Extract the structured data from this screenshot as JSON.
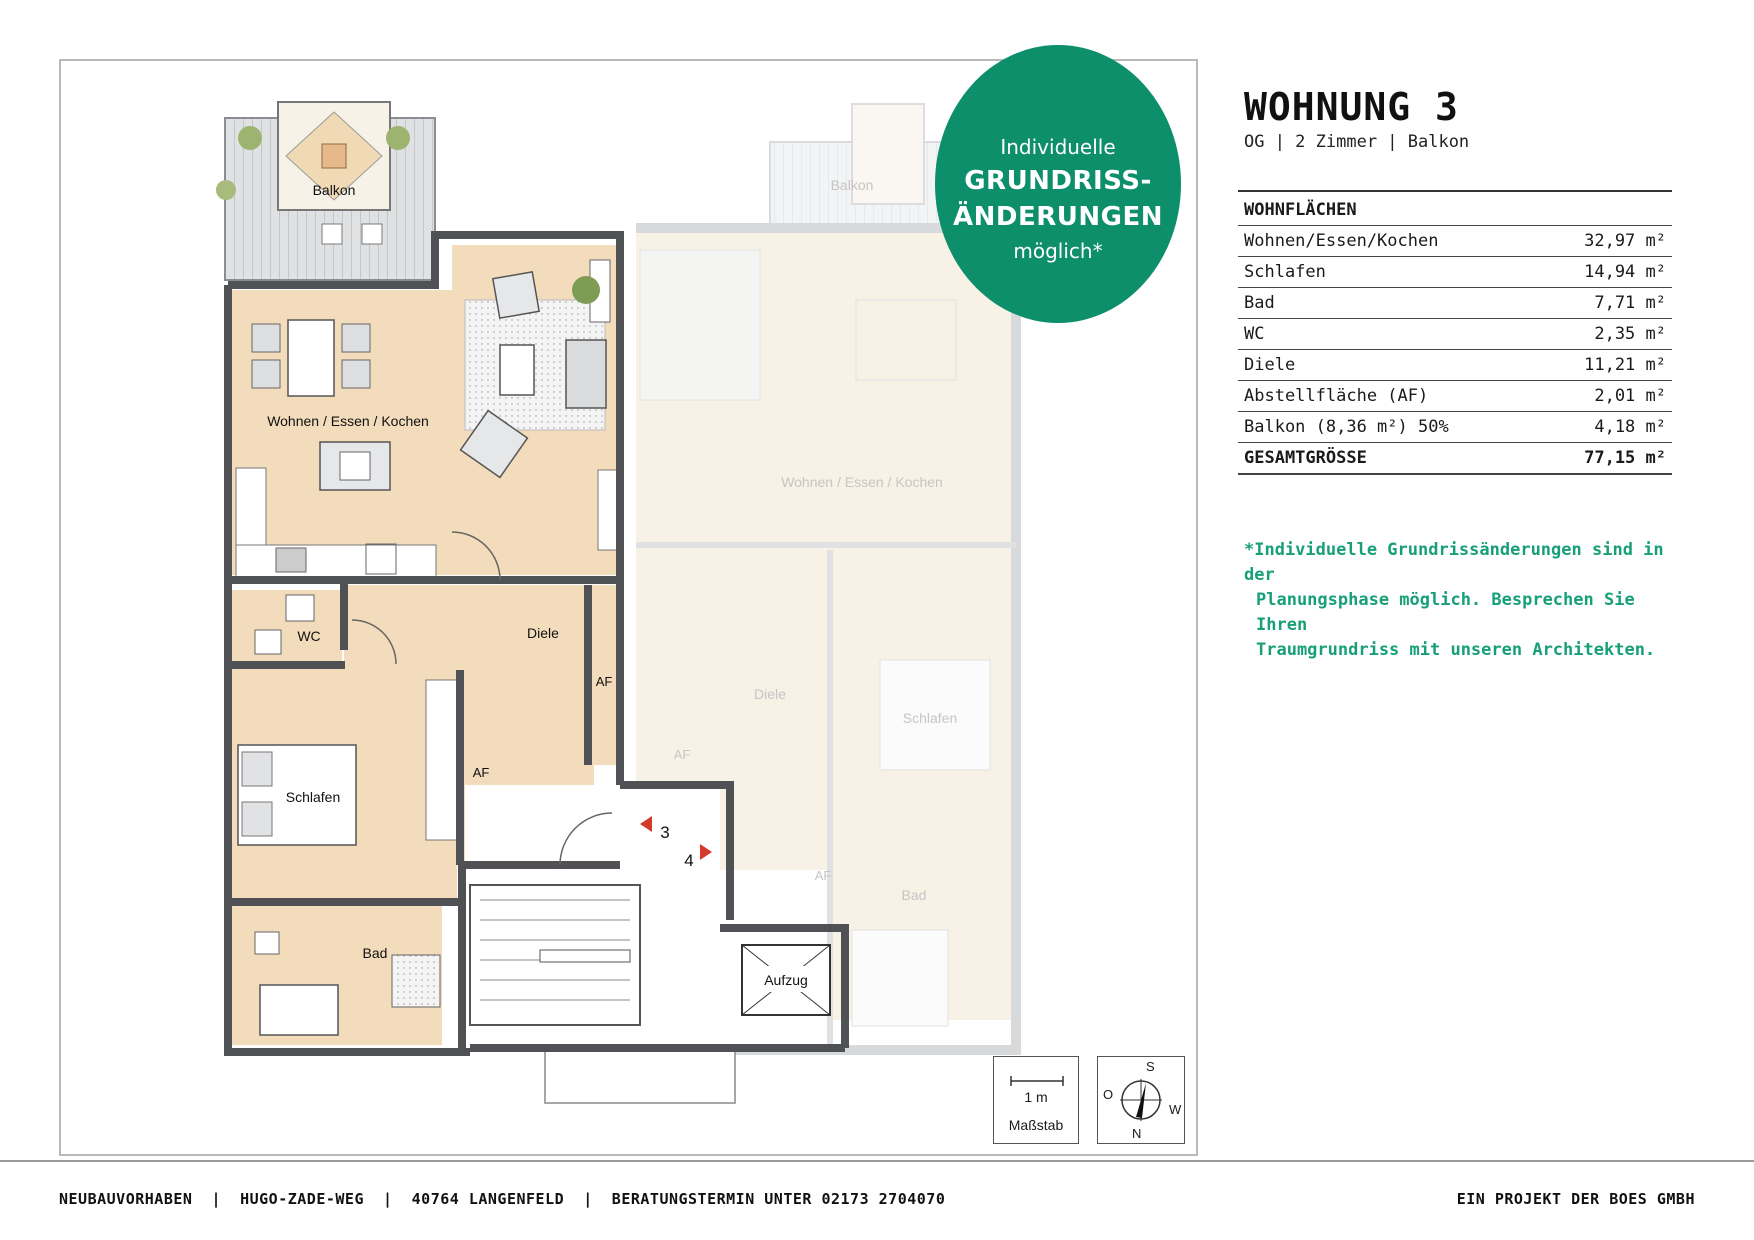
{
  "badge": {
    "line1": "Individuelle",
    "line2": "GRUNDRISS-",
    "line3": "ÄNDERUNGEN",
    "line4": "möglich*",
    "color": "#0e8f6b"
  },
  "apartment": {
    "title": "WOHNUNG 3",
    "subtitle": "OG | 2 Zimmer | Balkon"
  },
  "areas": {
    "header": "WOHNFLÄCHEN",
    "rows": [
      {
        "label": "Wohnen/Essen/Kochen",
        "value": "32,97 m²"
      },
      {
        "label": "Schlafen",
        "value": "14,94 m²"
      },
      {
        "label": "Bad",
        "value": "7,71 m²"
      },
      {
        "label": "WC",
        "value": "2,35 m²"
      },
      {
        "label": "Diele",
        "value": "11,21 m²"
      },
      {
        "label": "Abstellfläche (AF)",
        "value": "2,01 m²"
      },
      {
        "label": "Balkon (8,36 m²) 50%",
        "value": "4,18 m²"
      }
    ],
    "total": {
      "label": "GESAMTGRÖSSE",
      "value": "77,15 m²"
    }
  },
  "note": {
    "line1": "*Individuelle Grundrissänderungen sind in der",
    "line2": "Planungsphase möglich. Besprechen Sie Ihren",
    "line3": "Traumgrundriss mit unseren Architekten.",
    "color": "#17a078"
  },
  "plan": {
    "rooms": {
      "balkon": "Balkon",
      "wohnen": "Wohnen / Essen / Kochen",
      "wc": "WC",
      "diele": "Diele",
      "af1": "AF",
      "af2": "AF",
      "schlafen": "Schlafen",
      "bad": "Bad",
      "aufzug": "Aufzug",
      "apt3": "3",
      "apt4": "4"
    },
    "ghost_rooms": {
      "balkon": "Balkon",
      "wohnen": "Wohnen / Essen / Kochen",
      "diele": "Diele",
      "af1": "AF",
      "af2": "AF",
      "schlafen": "Schlafen",
      "bad": "Bad"
    },
    "scale": {
      "length": "1 m",
      "label": "Maßstab"
    },
    "compass": {
      "s": "S",
      "n": "N",
      "o": "O",
      "w": "W"
    },
    "colors": {
      "floor": "#f3dcbc",
      "wall": "#4f5154",
      "ghost_floor": "#f8f1e6",
      "ghost_wall": "#d7d9da"
    }
  },
  "footer": {
    "left": "NEUBAUVORHABEN  |  HUGO-ZADE-WEG  |  40764 LANGENFELD  |  BERATUNGSTERMIN UNTER 02173 2704070",
    "right": "EIN PROJEKT DER BOES GMBH"
  }
}
